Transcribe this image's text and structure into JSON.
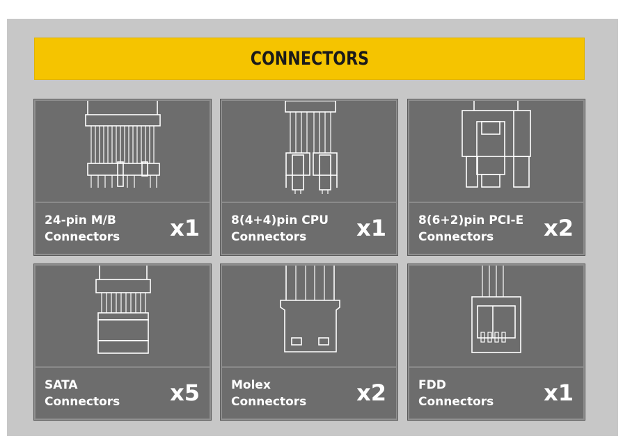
{
  "title": "CONNECTORS",
  "connectors": [
    {
      "name_line1": "24-pin M/B",
      "name_line2": "Connectors",
      "count": "x1",
      "icon": "atx-24pin-connector-icon"
    },
    {
      "name_line1": "8(4+4)pin CPU",
      "name_line2": "Connectors",
      "count": "x1",
      "icon": "cpu-8pin-connector-icon"
    },
    {
      "name_line1": "8(6+2)pin PCI-E",
      "name_line2": "Connectors",
      "count": "x2",
      "icon": "pcie-8pin-connector-icon"
    },
    {
      "name_line1": "SATA",
      "name_line2": "Connectors",
      "count": "x5",
      "icon": "sata-connector-icon"
    },
    {
      "name_line1": "Molex",
      "name_line2": "Connectors",
      "count": "x2",
      "icon": "molex-connector-icon"
    },
    {
      "name_line1": "FDD",
      "name_line2": "Connectors",
      "count": "x1",
      "icon": "fdd-connector-icon"
    }
  ],
  "colors": {
    "banner": "#f5c400",
    "card": "#6d6d6d",
    "panel": "#c7c7c7",
    "text": "#ffffff"
  }
}
